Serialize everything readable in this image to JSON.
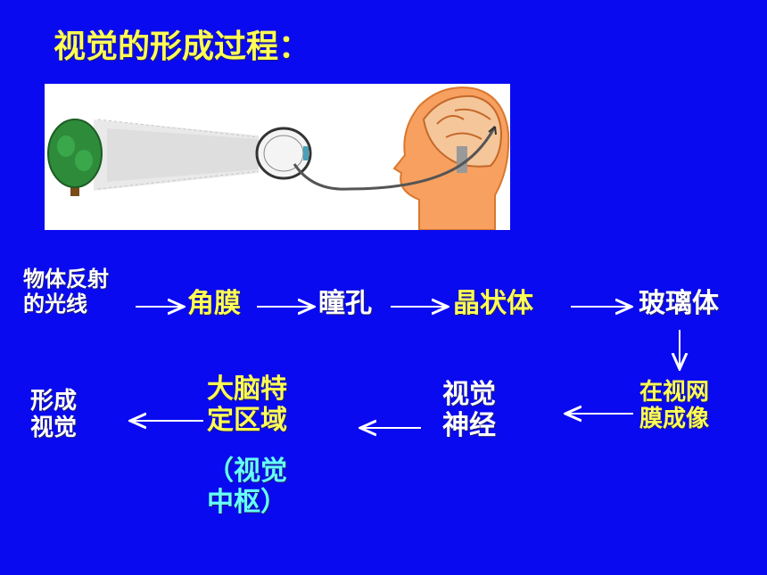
{
  "title": "视觉的形成过程：",
  "flow_top": {
    "source": [
      "物体反射",
      "的光线"
    ],
    "cornea": "角膜",
    "pupil": "瞳孔",
    "lens": "晶状体",
    "vitreous": "玻璃体"
  },
  "flow_bottom": {
    "retina": [
      "在视网",
      "膜成像"
    ],
    "optic_nerve": [
      "视觉",
      "神经"
    ],
    "brain_area": [
      "大脑特",
      "定区域"
    ],
    "center": [
      "（视觉",
      "中枢）"
    ],
    "result": [
      "形成",
      "视觉"
    ]
  },
  "colors": {
    "background": "#0a0af0",
    "text_yellow": "#ffff55",
    "text_white": "#ffffff",
    "text_cyan": "#66ffff"
  }
}
